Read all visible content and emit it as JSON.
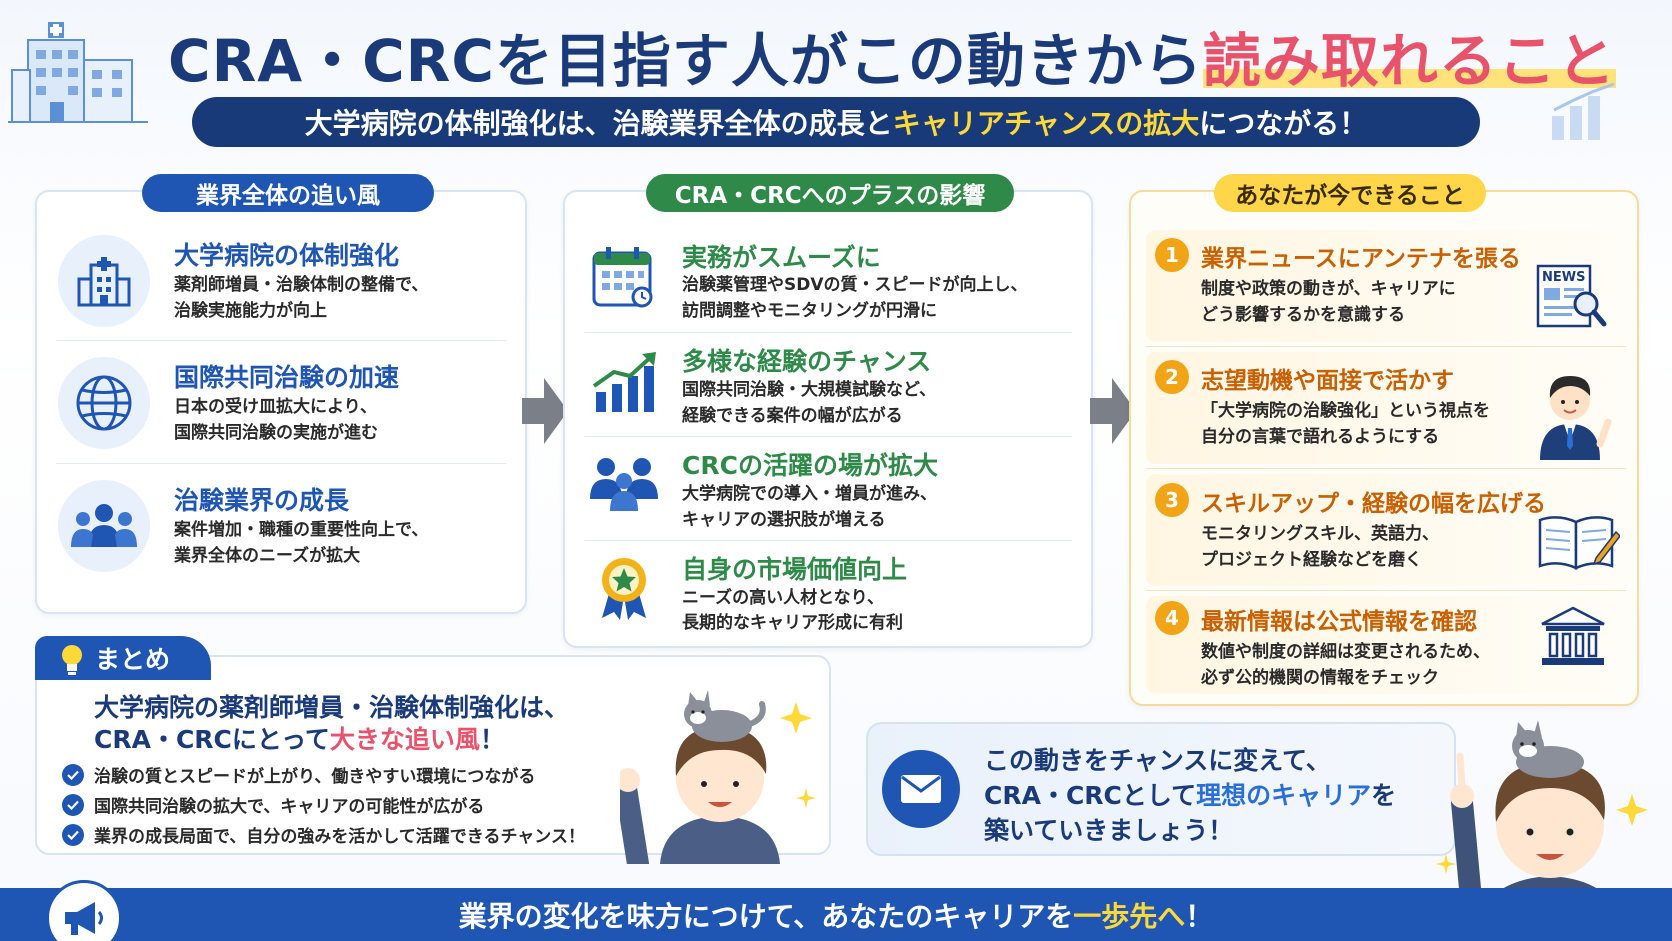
{
  "header": {
    "title_main": "CRA・CRCを目指す人がこの動きから",
    "title_highlight": "読み取れること",
    "subtitle_pre": "大学病院の体制強化は、治験業界全体の成長と",
    "subtitle_highlight": "キャリアチャンスの拡大",
    "subtitle_post": "につながる！"
  },
  "col1": {
    "heading": "業界全体の追い風",
    "items": [
      {
        "title": "大学病院の体制強化",
        "line1": "薬剤師増員・治験体制の整備で、",
        "line2": "治験実施能力が向上",
        "icon": "hospital-icon"
      },
      {
        "title": "国際共同治験の加速",
        "line1": "日本の受け皿拡大により、",
        "line2": "国際共同治験の実施が進む",
        "icon": "globe-icon"
      },
      {
        "title": "治験業界の成長",
        "line1": "案件増加・職種の重要性向上で、",
        "line2": "業界全体のニーズが拡大",
        "icon": "people-group-icon"
      }
    ]
  },
  "col2": {
    "heading": "CRA・CRCへのプラスの影響",
    "items": [
      {
        "title": "実務がスムーズに",
        "line1": "治験薬管理やSDVの質・スピードが向上し、",
        "line2": "訪問調整やモニタリングが円滑に",
        "icon": "calendar-icon"
      },
      {
        "title": "多様な経験のチャンス",
        "line1": "国際共同治験・大規模試験など、",
        "line2": "経験できる案件の幅が広がる",
        "icon": "growth-chart-icon"
      },
      {
        "title": "CRCの活躍の場が拡大",
        "line1": "大学病院での導入・増員が進み、",
        "line2": "キャリアの選択肢が増える",
        "icon": "team-icon"
      },
      {
        "title": "自身の市場価値向上",
        "line1": "ニーズの高い人材となり、",
        "line2": "長期的なキャリア形成に有利",
        "icon": "award-badge-icon"
      }
    ]
  },
  "col3": {
    "heading": "あなたが今できること",
    "items": [
      {
        "num": "1",
        "title": "業界ニュースにアンテナを張る",
        "line1": "制度や政策の動きが、キャリアに",
        "line2": "どう影響するかを意識する",
        "icon": "news-magnifier-icon",
        "badge": "NEWS"
      },
      {
        "num": "2",
        "title": "志望動機や面接で活かす",
        "line1": "「大学病院の治験強化」という視点を",
        "line2": "自分の言葉で語れるようにする",
        "icon": "businessman-icon"
      },
      {
        "num": "3",
        "title": "スキルアップ・経験の幅を広げる",
        "line1": "モニタリングスキル、英語力、",
        "line2": "プロジェクト経験などを磨く",
        "icon": "book-pen-icon"
      },
      {
        "num": "4",
        "title": "最新情報は公式情報を確認",
        "line1": "数値や制度の詳細は変更されるため、",
        "line2": "必ず公的機関の情報をチェック",
        "icon": "institution-icon"
      }
    ]
  },
  "summary": {
    "tab": "まとめ",
    "line1": "大学病院の薬剤師増員・治験体制強化は、",
    "line2_pre": "CRA・CRCにとって",
    "line2_highlight": "大きな追い風",
    "line2_post": "！",
    "checks": [
      "治験の質とスピードが上がり、働きやすい環境につながる",
      "国際共同治験の拡大で、キャリアの可能性が広がる",
      "業界の成長局面で、自分の強みを活かして活躍できるチャンス！"
    ]
  },
  "cta": {
    "line1": "この動きをチャンスに変えて、",
    "line2_pre": "CRA・CRCとして",
    "line2_highlight": "理想のキャリア",
    "line2_post": "を",
    "line3": "築いていきましょう！"
  },
  "footer": {
    "pre": "業界の変化を味方につけて、あなたのキャリアを",
    "highlight": "一歩先へ",
    "post": "！"
  },
  "colors": {
    "navy": "#1a3a7a",
    "blue": "#1f56b3",
    "green": "#2f8a4a",
    "orange": "#f2a417",
    "red": "#e8536b",
    "yellow": "#ffd83a"
  }
}
